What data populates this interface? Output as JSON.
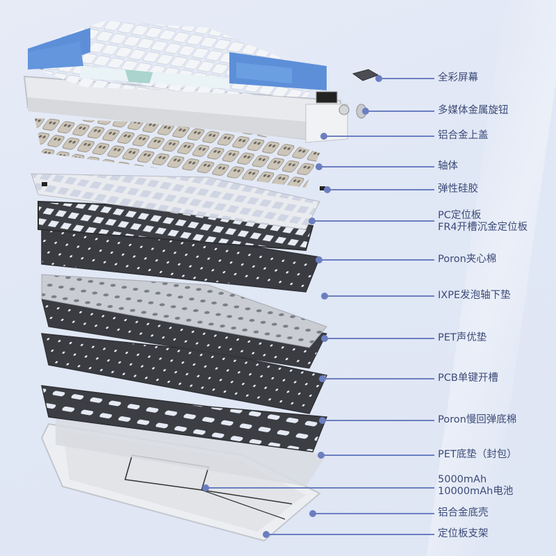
{
  "diagram": {
    "title": "",
    "subject": "Mechanical keyboard exploded view",
    "colors": {
      "background": "#e2e8f5",
      "label_text": "#3b4a78",
      "leader_line": "#6b7ec0",
      "keycap_blue": "#5d8fd9",
      "keycap_white": "#f3f5f8",
      "dark_layer": "#3b3d41",
      "aluminum": "#e8e9ec"
    },
    "components": [
      {
        "id": "screen",
        "label": "全彩屏幕",
        "dot": [
          545,
          113
        ]
      },
      {
        "id": "knob",
        "label": "多媒体金属旋钮",
        "dot": [
          526,
          160
        ]
      },
      {
        "id": "top-case",
        "label": "铝合金上盖",
        "dot": [
          466,
          196
        ]
      },
      {
        "id": "switches",
        "label": "轴体",
        "dot": [
          459,
          240
        ]
      },
      {
        "id": "gasket",
        "label": "弹性硅胶",
        "dot": [
          471,
          273
        ]
      },
      {
        "id": "plate",
        "label": "PC定位板",
        "label2": "FR4开槽沉金定位板",
        "dot": [
          449,
          318
        ]
      },
      {
        "id": "poron-sandwich",
        "label": "Poron夹心棉",
        "dot": [
          459,
          374
        ]
      },
      {
        "id": "ixpe",
        "label": "IXPE发泡轴下垫",
        "dot": [
          467,
          426
        ]
      },
      {
        "id": "pet-sound",
        "label": "PET声优垫",
        "dot": [
          467,
          487
        ]
      },
      {
        "id": "pcb",
        "label": "PCB单键开槽",
        "dot": [
          464,
          545
        ]
      },
      {
        "id": "poron-bottom",
        "label": "Poron慢回弹底棉",
        "dot": [
          464,
          605
        ]
      },
      {
        "id": "pet-bottom",
        "label": "PET底垫（封包）",
        "dot": [
          462,
          655
        ]
      },
      {
        "id": "battery",
        "label": "5000mAh",
        "label2": "10000mAh电池",
        "dot": [
          296,
          702
        ]
      },
      {
        "id": "bottom-case",
        "label": "铝合金底壳",
        "dot": [
          450,
          739
        ]
      },
      {
        "id": "plate-bracket",
        "label": "定位板支架",
        "dot": [
          383,
          769
        ]
      }
    ]
  }
}
